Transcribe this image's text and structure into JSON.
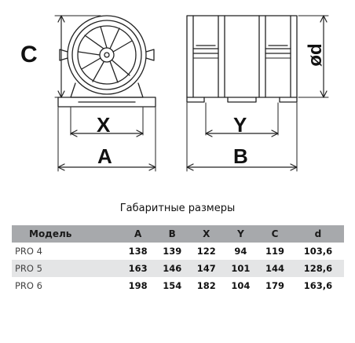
{
  "dimension_labels": {
    "c": "C",
    "x": "X",
    "a": "A",
    "y": "Y",
    "b": "B",
    "d": "ød"
  },
  "table": {
    "title": "Габаритные размеры",
    "headers": [
      "Модель",
      "A",
      "B",
      "X",
      "Y",
      "C",
      "d"
    ],
    "rows": [
      [
        "PRO 4",
        "138",
        "139",
        "122",
        "94",
        "119",
        "103,6"
      ],
      [
        "PRO 5",
        "163",
        "146",
        "147",
        "101",
        "144",
        "128,6"
      ],
      [
        "PRO 6",
        "198",
        "154",
        "182",
        "104",
        "179",
        "163,6"
      ]
    ]
  },
  "colors": {
    "header_bg": "#a7a9ac",
    "alt_row_bg": "#e4e5e6",
    "line": "#222222"
  }
}
